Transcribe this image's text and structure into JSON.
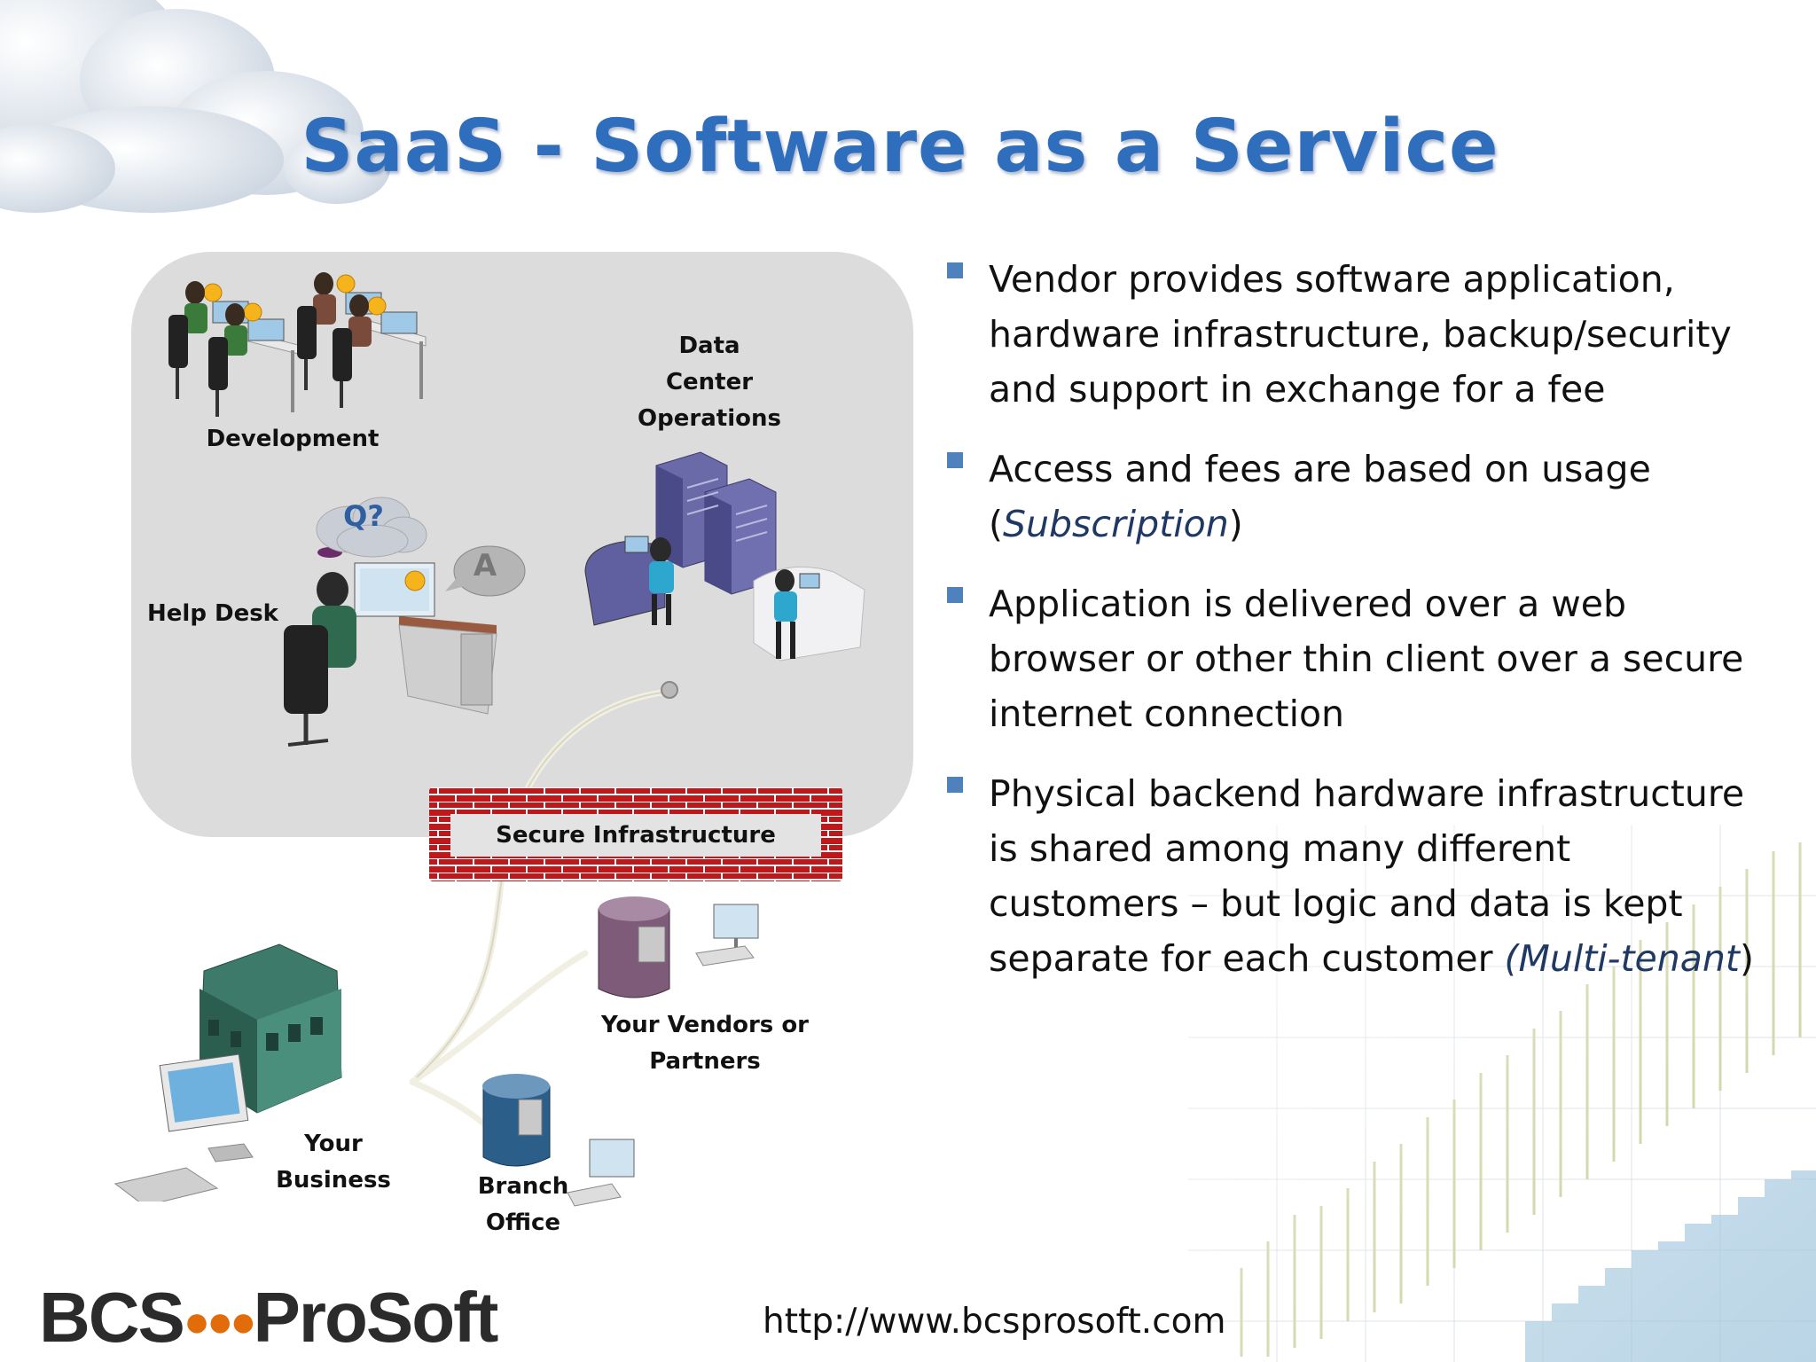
{
  "slide": {
    "title": "SaaS - Software as a Service",
    "footer_url": "http://www.bcsprosoft.com",
    "logo": {
      "left": "BCS",
      "dots": "●●●",
      "right": "ProSoft"
    }
  },
  "diagram": {
    "development": "Development",
    "help_desk": "Help Desk",
    "question_bubble": "Q?",
    "answer_bubble": "A",
    "data_center": [
      "Data",
      "Center",
      "Operations"
    ],
    "secure_infrastructure": "Secure Infrastructure",
    "vendors": [
      "Your Vendors or",
      "Partners"
    ],
    "your_business": [
      "Your",
      "Business"
    ],
    "branch_office": [
      "Branch",
      "Office"
    ]
  },
  "bullets": [
    {
      "text": "Vendor provides software application, hardware infrastructure, backup/security and support in exchange for a fee"
    },
    {
      "pre": "Access and fees are based on usage (",
      "em": "Subscription",
      "post": ")"
    },
    {
      "text": "Application is delivered over a web browser or other thin client over a secure internet connection"
    },
    {
      "pre": "Physical backend hardware infrastructure is shared among many different customers – but logic  and data is kept separate for each customer ",
      "em": "(Multi-tenant",
      "post": ")"
    }
  ],
  "colors": {
    "title": "#2f6dbd",
    "bullet_marker": "#4f81bd",
    "brick": "#c0171b",
    "logo_dots": "#e36c0a"
  }
}
